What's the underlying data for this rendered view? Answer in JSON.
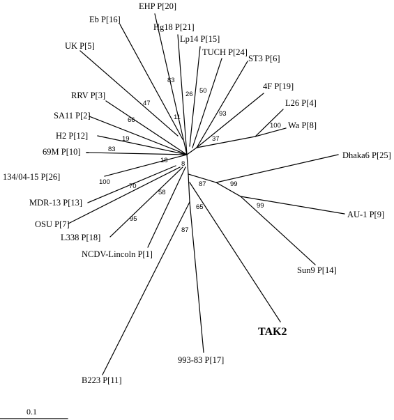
{
  "tips": {
    "ehp": "EHP P[20]",
    "eb": "Eb P[16]",
    "hg18": "Hg18 P[21]",
    "lp14": "Lp14 P[15]",
    "tuch": "TUCH P[24]",
    "uk": "UK P[5]",
    "st3": "ST3 P[6]",
    "f4": "4F P[19]",
    "l26": "L26 P[4]",
    "rrv": "RRV P[3]",
    "wa": "Wa P[8]",
    "sa11": "SA11 P[2]",
    "h2": "H2 P[12]",
    "m69": "69M P[10]",
    "dhaka6": "Dhaka6 P[25]",
    "s134": "134/04-15 P[26]",
    "mdr13": "MDR-13 P[13]",
    "au1": "AU-1 P[9]",
    "osu": "OSU P[7]",
    "l338": "L338 P[18]",
    "ncdv": "NCDV-Lincoln P[1]",
    "sun9": "Sun9 P[14]",
    "tak2": "TAK2",
    "s99383": "993-83 P[17]",
    "b223": "B223 P[11]"
  },
  "bootstrap": {
    "b83a": "83",
    "b47": "47",
    "b26": "26",
    "b50": "50",
    "b11": "11",
    "b66": "66",
    "b93": "93",
    "b19": "19",
    "b37": "37",
    "b100a": "100",
    "b83b": "83",
    "b18": "18",
    "b8": "8",
    "b100b": "100",
    "b70": "70",
    "b58": "58",
    "b95": "95",
    "b87a": "87",
    "b99a": "99",
    "b99b": "99",
    "b65": "65",
    "b87b": "87"
  },
  "scale_bar": {
    "label": "0.1"
  }
}
